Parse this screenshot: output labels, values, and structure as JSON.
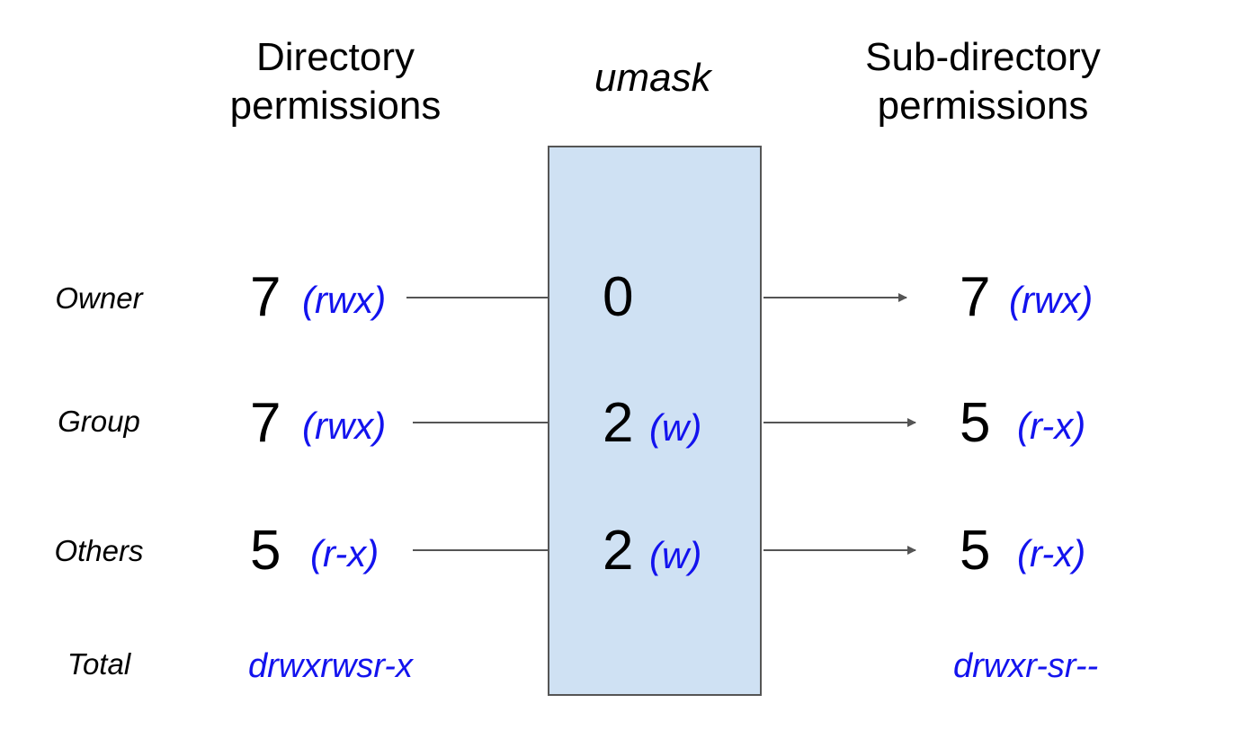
{
  "headers": {
    "directory": [
      "Directory",
      "permissions"
    ],
    "umask": "umask",
    "subdirectory": [
      "Sub-directory",
      "permissions"
    ]
  },
  "rows": [
    {
      "label": "Owner",
      "dir_value": "7",
      "dir_perm": "(rwx)",
      "umask_value": "0",
      "umask_perm": "",
      "sub_value": "7",
      "sub_perm": "(rwx)"
    },
    {
      "label": "Group",
      "dir_value": "7",
      "dir_perm": "(rwx)",
      "umask_value": "2",
      "umask_perm": "(w)",
      "sub_value": "5",
      "sub_perm": "(r-x)"
    },
    {
      "label": "Others",
      "dir_value": "5",
      "dir_perm": "(r-x)",
      "umask_value": "2",
      "umask_perm": "(w)",
      "sub_value": "5",
      "sub_perm": "(r-x)"
    }
  ],
  "total": {
    "label": "Total",
    "dir_string": "drwxrwsr-x",
    "sub_string": "drwxr-sr--"
  },
  "colors": {
    "permission_text": "#1313ee",
    "umask_box_fill": "#cfe1f3",
    "umask_box_border": "#555555",
    "arrow": "#555555"
  }
}
